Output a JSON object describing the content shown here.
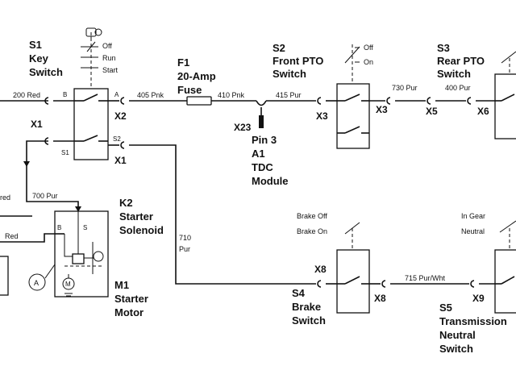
{
  "components": {
    "s1": {
      "id": "S1",
      "name1": "Key",
      "name2": "Switch",
      "pos_off": "Off",
      "pos_run": "Run",
      "pos_start": "Start",
      "term_b": "B",
      "term_a": "A",
      "term_s1": "S1",
      "term_s2": "S2"
    },
    "f1": {
      "id": "F1",
      "name1": "20-Amp",
      "name2": "Fuse"
    },
    "s2": {
      "id": "S2",
      "name1": "Front PTO",
      "name2": "Switch",
      "pos_off": "Off",
      "pos_on": "On"
    },
    "s3": {
      "id": "S3",
      "name1": "Rear PTO",
      "name2": "Switch"
    },
    "a1": {
      "line1": "Pin 3",
      "line2": "A1",
      "line3": "TDC",
      "line4": "Module"
    },
    "k2": {
      "id": "K2",
      "name1": "Starter",
      "name2": "Solenoid",
      "term_b": "B",
      "term_s": "S"
    },
    "m1": {
      "id": "M1",
      "name1": "Starter",
      "name2": "Motor",
      "symbol": "M"
    },
    "ammeter": {
      "symbol": "A"
    },
    "s4": {
      "id": "S4",
      "name1": "Brake",
      "name2": "Switch",
      "pos_off": "Brake Off",
      "pos_on": "Brake On"
    },
    "s5": {
      "id": "S5",
      "name1": "Transmission",
      "name2": "Neutral",
      "name3": "Switch",
      "pos_gear": "In Gear",
      "pos_neutral": "Neutral"
    }
  },
  "wires": {
    "w200": "200 Red",
    "w405": "405 Pnk",
    "w410": "410 Pnk",
    "w415": "415 Pur",
    "w730": "730 Pur",
    "w400": "400 Pur",
    "w700": "700 Pur",
    "w710a": "710",
    "w710b": "Pur",
    "w715": "715 Pur/Wht",
    "red_left": "Red",
    "red_cut": "red"
  },
  "connectors": {
    "x1_left": "X1",
    "x2": "X2",
    "x1_s2": "X1",
    "x23": "X23",
    "x3_left": "X3",
    "x3_right": "X3",
    "x5": "X5",
    "x6": "X6",
    "x8_left": "X8",
    "x8_right": "X8",
    "x9": "X9"
  }
}
